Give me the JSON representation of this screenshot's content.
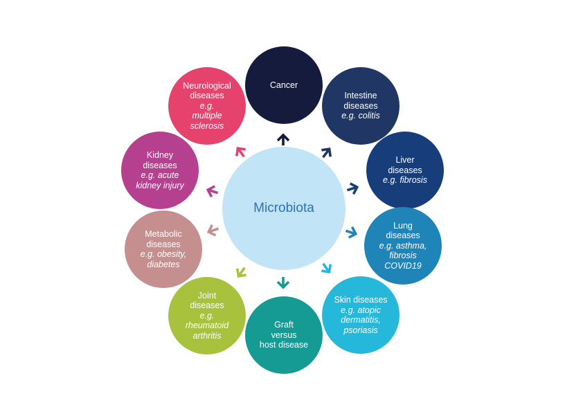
{
  "center": {
    "label": "Microbiota",
    "color": "#c2e4f7",
    "text_color": "#2b73b5"
  },
  "arrow_icon": "chevron-arrow",
  "nodes": [
    {
      "id": "cancer",
      "color": "#151b3c",
      "lines": [
        "Cancer"
      ],
      "example": []
    },
    {
      "id": "intestine",
      "color": "#203664",
      "lines": [
        "Intestine",
        "diseases"
      ],
      "example": [
        "e.g. colitis"
      ]
    },
    {
      "id": "liver",
      "color": "#173e7a",
      "lines": [
        "Liver",
        "diseases"
      ],
      "example": [
        "e.g. fibrosis"
      ]
    },
    {
      "id": "lung",
      "color": "#1f84b8",
      "lines": [
        "Lung",
        "diseases"
      ],
      "example": [
        "e.g. asthma,",
        "fibrosis",
        "COVID19"
      ]
    },
    {
      "id": "skin",
      "color": "#26b8da",
      "lines": [
        "Skin diseases"
      ],
      "example": [
        "e.g. atopic",
        "dermatitis,",
        "psoriasis"
      ]
    },
    {
      "id": "graft",
      "color": "#169a94",
      "lines": [
        "Graft",
        "versus",
        "host disease"
      ],
      "example": []
    },
    {
      "id": "joint",
      "color": "#a8c23e",
      "lines": [
        "Joint",
        "diseases"
      ],
      "example": [
        "e.g.",
        "rheumatoid",
        "arthritis"
      ]
    },
    {
      "id": "metabolic",
      "color": "#c68f8f",
      "lines": [
        "Metabolic",
        "diseases"
      ],
      "example": [
        "e.g. obesity,",
        "diabetes"
      ]
    },
    {
      "id": "kidney",
      "color": "#b5408f",
      "lines": [
        "Kidney",
        "diseases"
      ],
      "example": [
        "e.g. acute",
        "kidney injury"
      ]
    },
    {
      "id": "neurological",
      "color": "#e5426e",
      "lines": [
        "Neurological",
        "diseases"
      ],
      "example": [
        "e.g.",
        "multiple",
        "sclerosis"
      ]
    }
  ]
}
